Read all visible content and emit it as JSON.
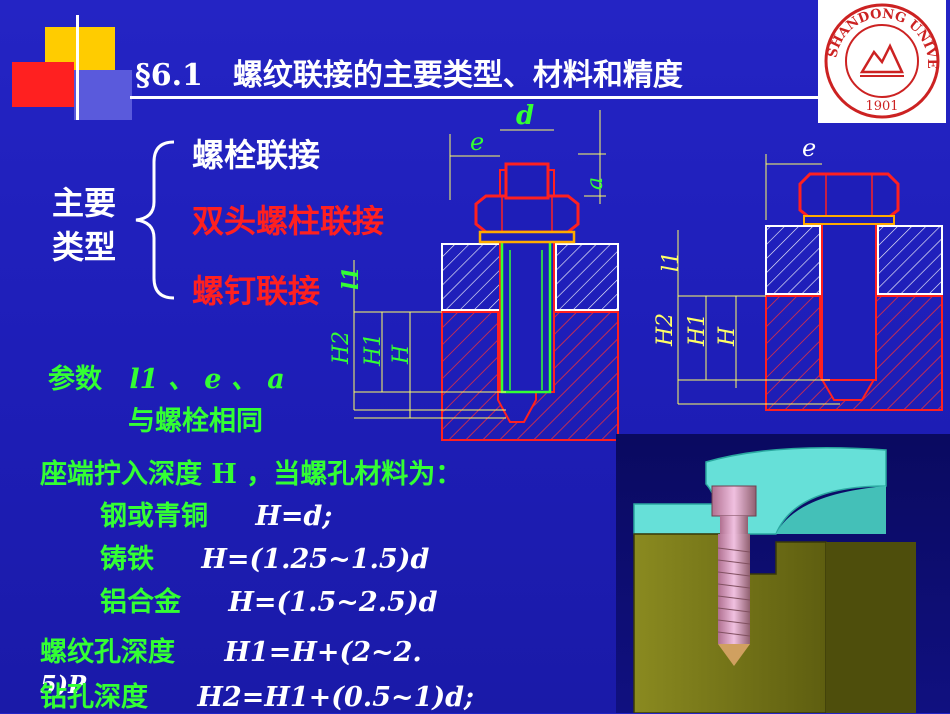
{
  "title": "§6.1　螺纹联接的主要类型、材料和精度",
  "logo": {
    "ring_text": "SHANDONG UNIVERSITY",
    "year": "1901",
    "ring_color": "#cc2222"
  },
  "category": {
    "label_line1": "主要",
    "label_line2": "类型",
    "items": [
      "螺栓联接",
      "双头螺柱联接",
      "螺钉联接"
    ]
  },
  "diagram_left": {
    "dim_d": "d",
    "dim_e": "e",
    "dim_a": "a",
    "dim_l1": "l1",
    "dim_H2": "H2",
    "dim_H1": "H1",
    "dim_H": "H"
  },
  "diagram_right": {
    "dim_e": "e",
    "dim_l1": "l1",
    "dim_H2": "H2",
    "dim_H1": "H1",
    "dim_H": "H"
  },
  "params": {
    "line1_prefix": "参数",
    "line1_vars": "l1 、 e 、 a",
    "line2": "与螺栓相同"
  },
  "depth": {
    "heading": "座端拧入深度 H ，当螺孔材料为：",
    "rows": [
      {
        "material": "钢或青铜",
        "formula": "H=d;"
      },
      {
        "material": "铸铁",
        "formula": "H=(1.25~1.5)d"
      },
      {
        "material": "铝合金",
        "formula": "H=(1.5~2.5)d"
      }
    ]
  },
  "hole_depth": {
    "label": "螺纹孔深度",
    "formula": "H1=H+(2~2.",
    "overflow": "5)P"
  },
  "drill_depth": {
    "label": "钻孔深度",
    "formula": "H2=H1+(0.5~1)d;"
  },
  "colors": {
    "bg": "#2020c0",
    "text_white": "#ffffff",
    "text_green": "#33ff33",
    "text_red": "#ff2020",
    "dim_yellow": "#ffff66"
  }
}
